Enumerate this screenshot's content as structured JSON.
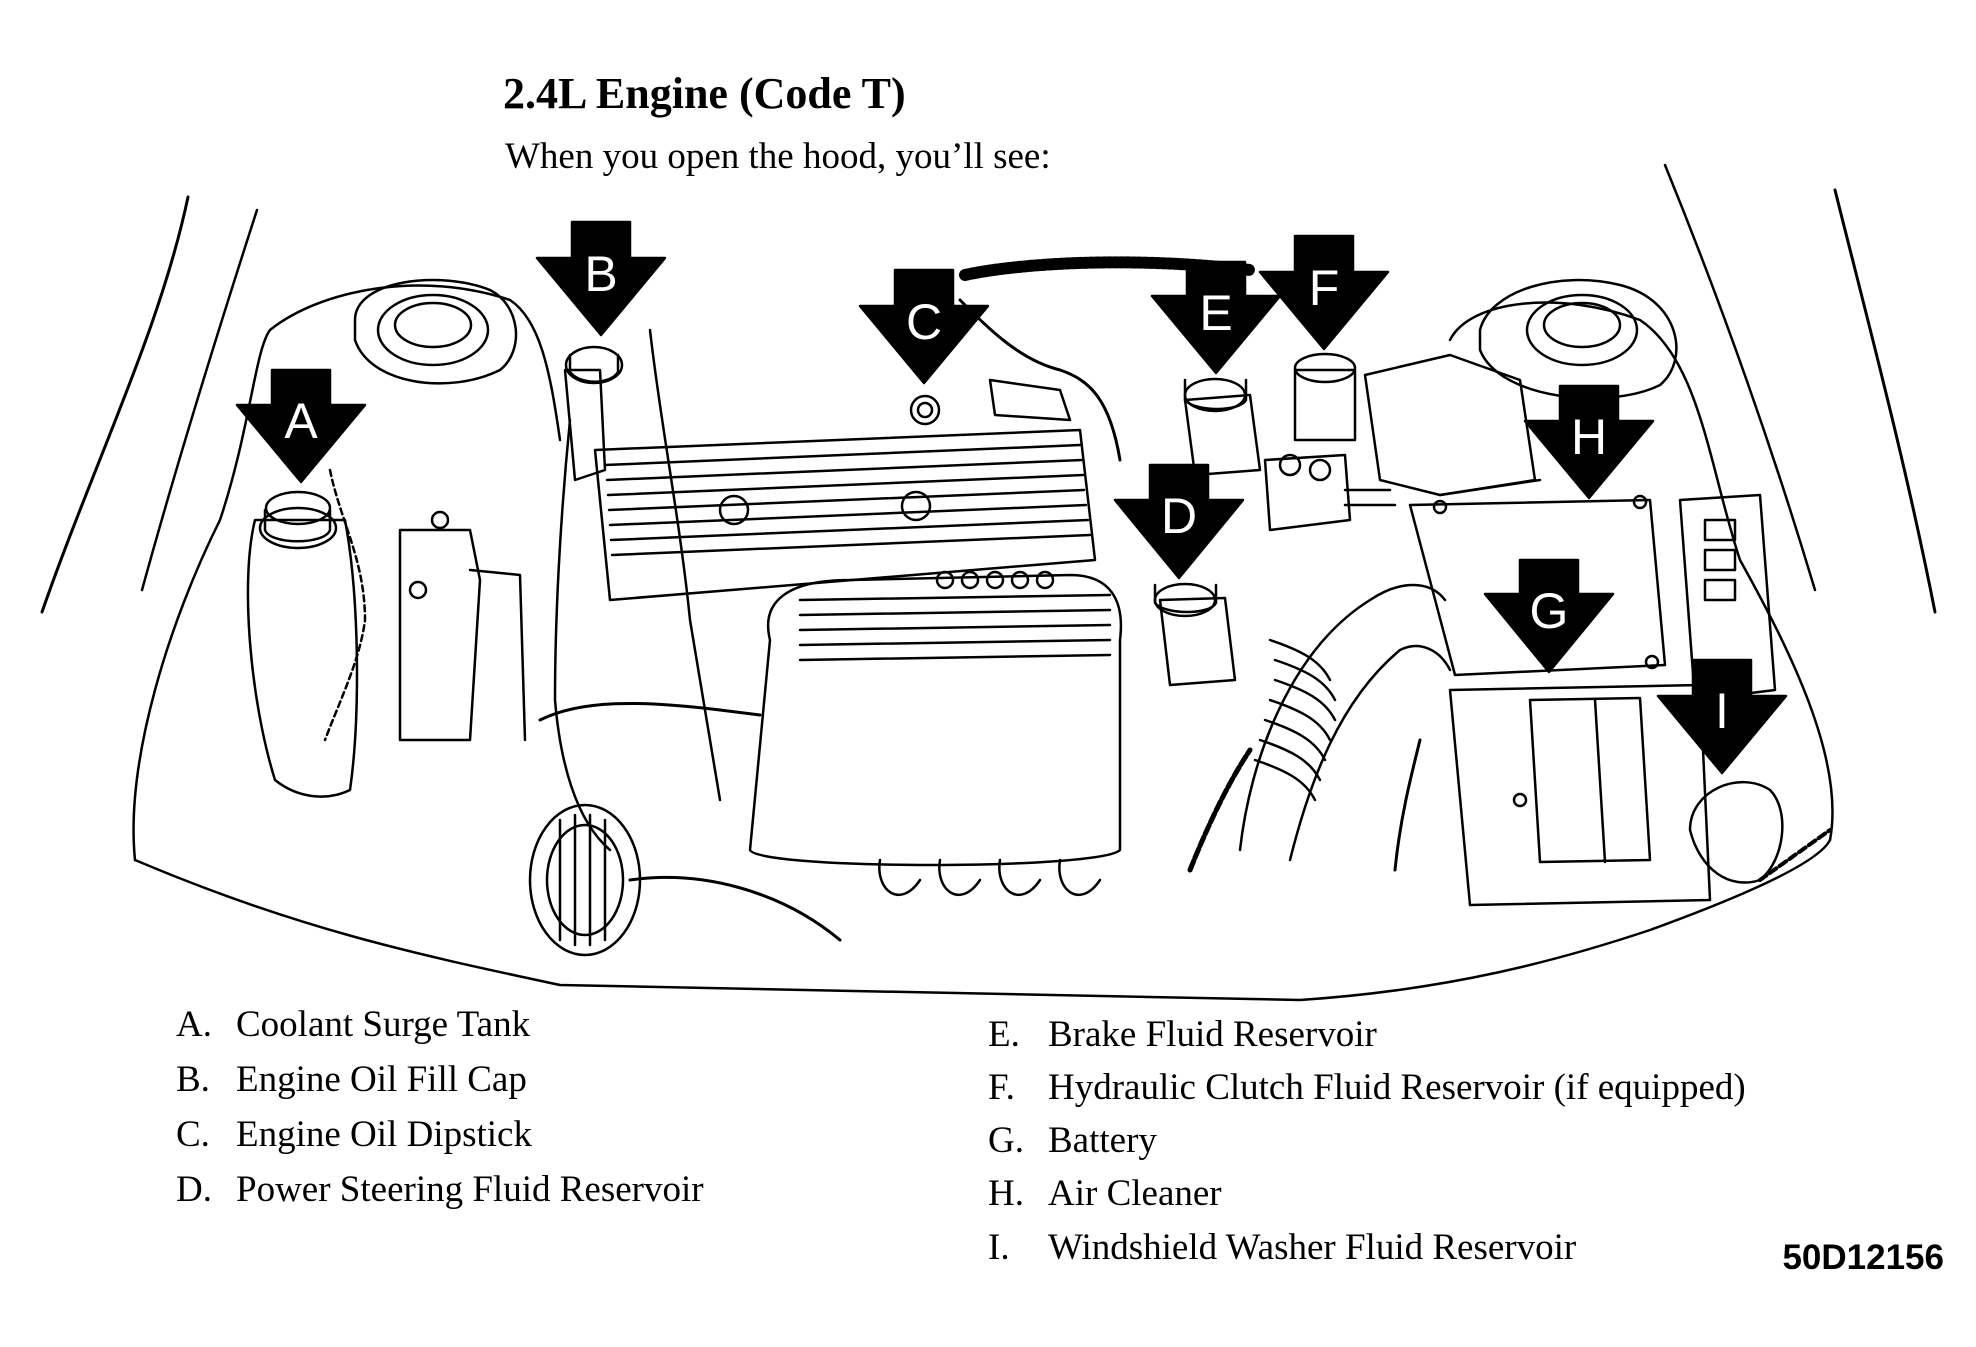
{
  "heading": {
    "title": "2.4L Engine (Code T)",
    "subtitle": "When you open the hood, you’ll see:"
  },
  "callouts": [
    "A",
    "B",
    "C",
    "D",
    "E",
    "F",
    "G",
    "H",
    "I"
  ],
  "legend_left": [
    {
      "key": "A.",
      "label": "Coolant Surge Tank"
    },
    {
      "key": "B.",
      "label": "Engine Oil Fill Cap"
    },
    {
      "key": "C.",
      "label": "Engine Oil Dipstick"
    },
    {
      "key": "D.",
      "label": "Power Steering Fluid Reservoir"
    }
  ],
  "legend_right": [
    {
      "key": "E.",
      "label": "Brake Fluid Reservoir"
    },
    {
      "key": "F.",
      "label": "Hydraulic Clutch Fluid Reservoir (if equipped)"
    },
    {
      "key": "G.",
      "label": "Battery"
    },
    {
      "key": "H.",
      "label": "Air Cleaner"
    },
    {
      "key": "I.",
      "label": "Windshield Washer Fluid Reservoir"
    }
  ],
  "figure_code": "50D12156"
}
